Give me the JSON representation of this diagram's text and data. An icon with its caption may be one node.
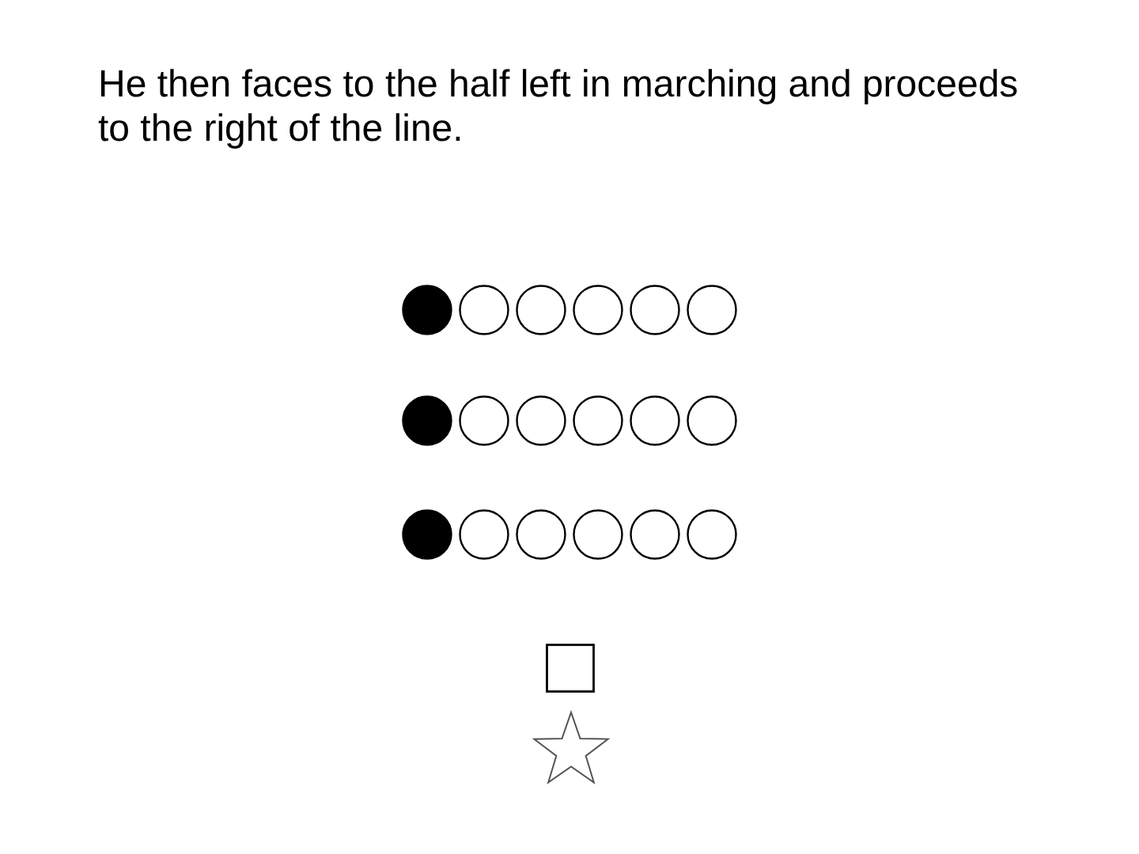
{
  "diagram": {
    "title": "He then faces to the half left in marching and proceeds to the right of the line.",
    "nodes": [
      {
        "text": [],
        "shape": "circle"
      },
      {
        "text": [],
        "shape": "circle"
      },
      {
        "text": [],
        "shape": "circle"
      },
      {
        "text": [],
        "shape": "circle"
      },
      {
        "text": [],
        "shape": "circle"
      },
      {
        "text": [],
        "shape": "circle"
      },
      {
        "text": [],
        "shape": "circle"
      },
      {
        "text": [],
        "shape": "circle"
      },
      {
        "text": [],
        "shape": "circle"
      },
      {
        "text": [],
        "shape": "circle"
      },
      {
        "text": [],
        "shape": "circle"
      },
      {
        "text": [],
        "shape": "circle"
      },
      {
        "text": [],
        "shape": "circle"
      },
      {
        "text": [],
        "shape": "circle"
      },
      {
        "text": [],
        "shape": "circle"
      },
      {
        "text": [],
        "shape": "circle"
      },
      {
        "text": [],
        "shape": "circle"
      },
      {
        "text": [],
        "shape": "circle"
      },
      {
        "text": [],
        "shape": "box"
      },
      {
        "text": [],
        "shape": "star"
      }
    ]
  }
}
